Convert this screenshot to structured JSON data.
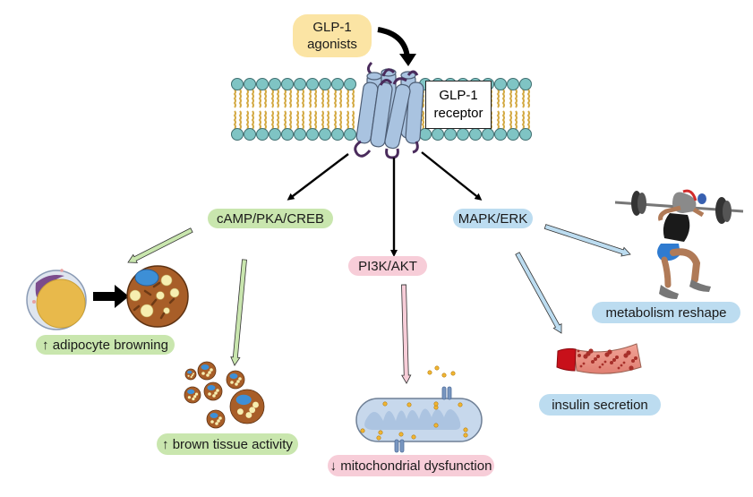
{
  "diagram": {
    "ligand": {
      "line1": "GLP-1",
      "line2": "agonists"
    },
    "receptor": {
      "line1": "GLP-1",
      "line2": "receptor"
    },
    "pathways": {
      "camp": "cAMP/PKA/CREB",
      "pi3k": "PI3K/AKT",
      "mapk": "MAPK/ERK"
    },
    "outcomes": {
      "adipocyte_browning": "↑ adipocyte browning",
      "brown_tissue": "↑ brown tissue activity",
      "mitochondrial": "↓ mitochondrial dysfunction",
      "insulin": "insulin secretion",
      "metabolism": "metabolism reshape"
    },
    "colors": {
      "camp_branch": "#c9e6ae",
      "pi3k_branch": "#f7cdd8",
      "mapk_branch": "#bcdcf0",
      "ligand": "#fbe4a4",
      "membrane_head": "#7fc4c4",
      "membrane_tail": "#d4aa44",
      "receptor": "#a9c3e0"
    }
  }
}
